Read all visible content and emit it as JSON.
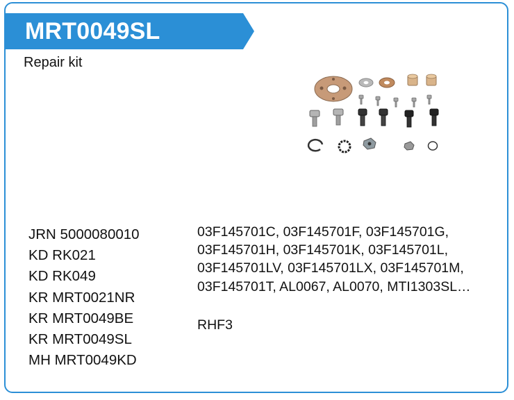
{
  "product": {
    "code": "MRT0049SL",
    "subtitle": "Repair kit"
  },
  "image": {
    "description_icon": "repair-kit-parts-icon"
  },
  "colors": {
    "accent": "#2b8fd6",
    "banner_text": "#ffffff"
  },
  "cross_references": [
    "JRN 5000080010",
    "KD RK021",
    "KD RK049",
    "KR MRT0021NR",
    "KR MRT0049BE",
    "KR MRT0049SL",
    "MH MRT0049KD"
  ],
  "oem_numbers": [
    "03F145701C, 03F145701F, 03F145701G,",
    "03F145701H, 03F145701K, 03F145701L,",
    "03F145701LV, 03F145701LX, 03F145701M,",
    "03F145701T, AL0067, AL0070, MTI1303SL…"
  ],
  "turbo_model": "RHF3"
}
